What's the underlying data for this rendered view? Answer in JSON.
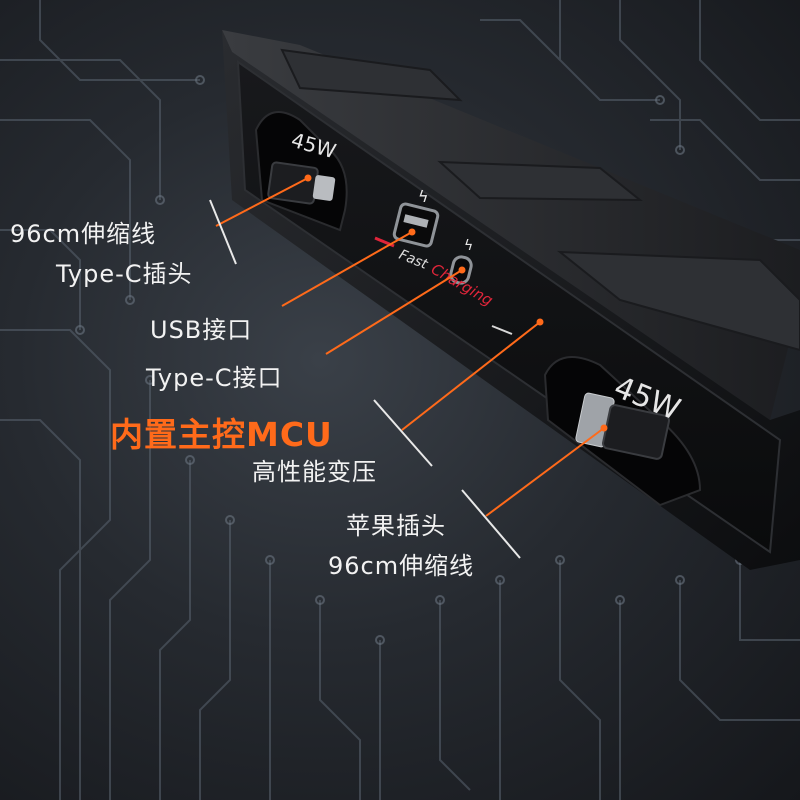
{
  "product": {
    "left_port_power": "45W",
    "right_port_power": "45W",
    "fast_word": "Fast",
    "charging_word": "Charging",
    "lightning_symbol": "ϟ"
  },
  "callouts": {
    "type_c_cable_line1": "96cm伸缩线",
    "type_c_cable_line2": "Type-C插头",
    "usb_port": "USB接口",
    "type_c_port": "Type-C接口",
    "mcu_title": "内置主控MCU",
    "mcu_subtitle": "高性能变压",
    "apple_cable_line1": "苹果插头",
    "apple_cable_line2": "96cm伸缩线"
  },
  "colors": {
    "accent_orange": "#ff6a1a",
    "charging_red": "#e0253a",
    "background": "#262a30",
    "device_body": "#111214"
  }
}
